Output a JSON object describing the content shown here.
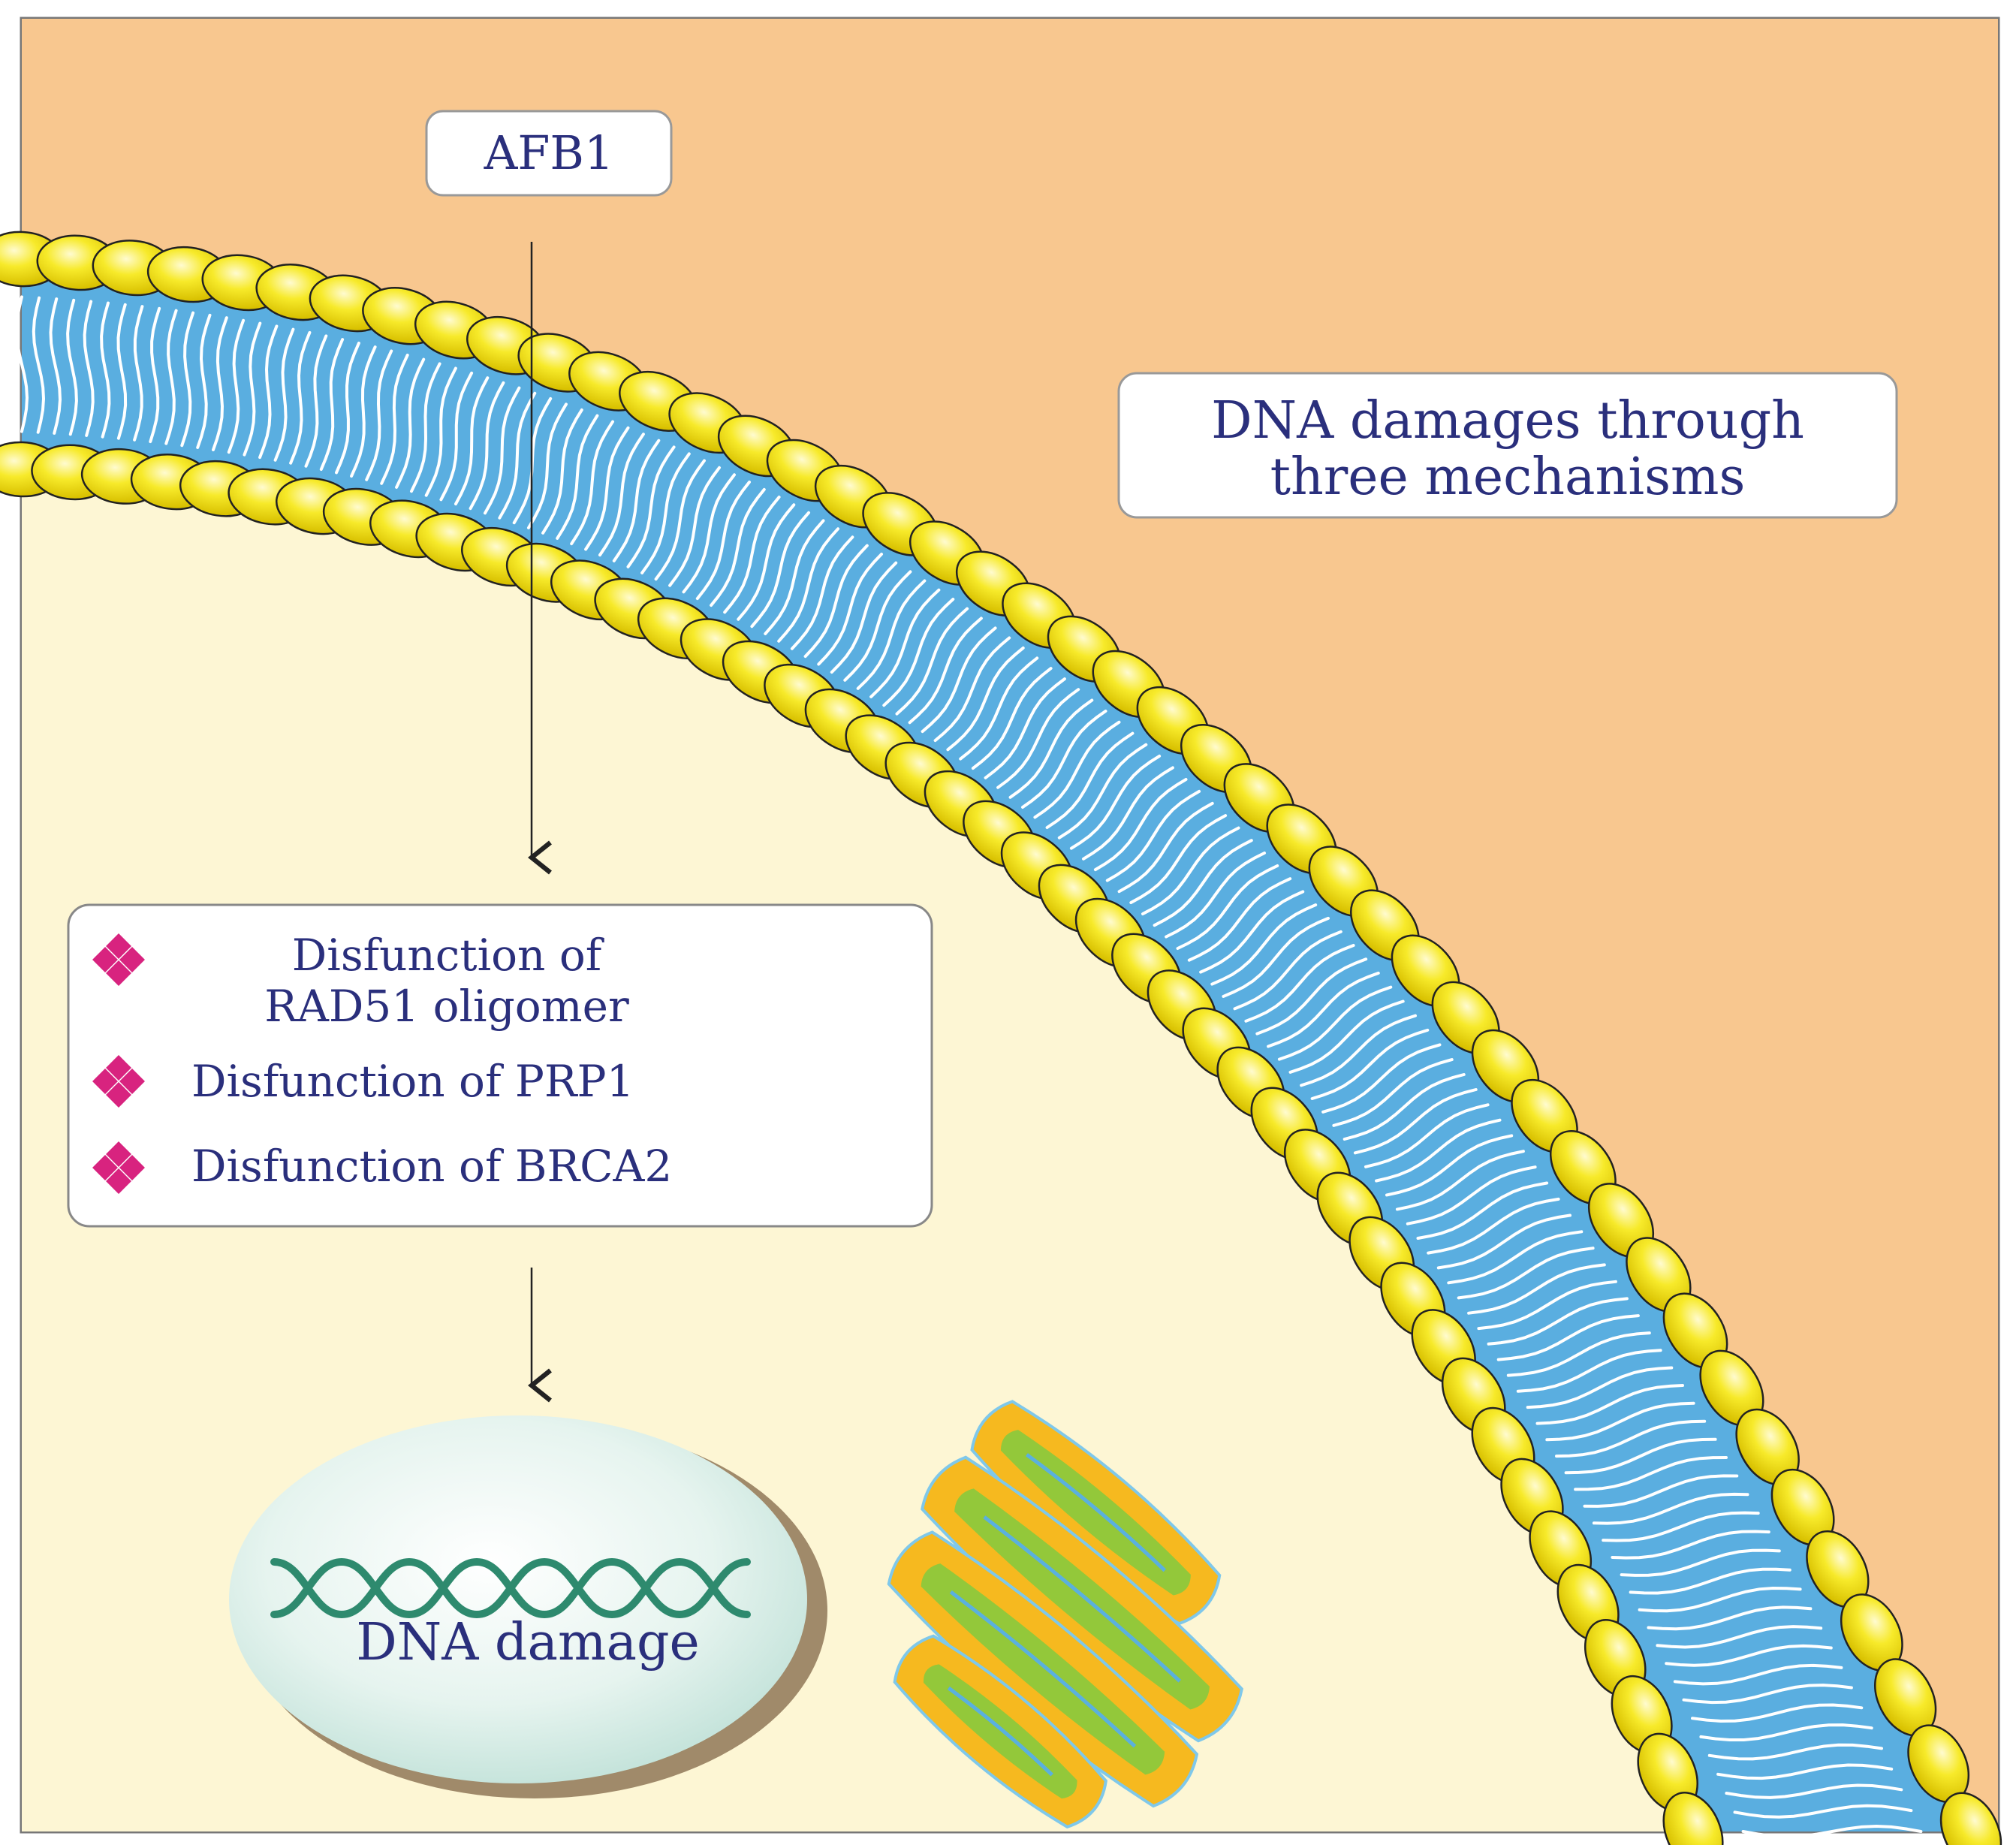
{
  "nodes": {
    "afb1": "AFB1",
    "mechanisms_line1": "DNA damages through",
    "mechanisms_line2": "three mechanisms",
    "dysfunctions": [
      {
        "line1": "Disfunction of",
        "line2": "RAD51 oligomer"
      },
      {
        "line1": "Disfunction of PRP1"
      },
      {
        "line1": "Disfunction of BRCA2"
      }
    ],
    "dna_damage": "DNA damage"
  },
  "colors": {
    "extracellular": "#f8c78f",
    "cytoplasm": "#fdf6d4",
    "membrane_tails": "#5aaee0",
    "lipid_heads": "#f5e51c",
    "text": "#2a2f7c",
    "bullet": "#d8237f",
    "dna_strand": "#2e8a6e",
    "nucleus_fill": "#d7eee8"
  },
  "icons": [
    "bullet-diamond-icon",
    "dna-helix-icon",
    "golgi-organelle-icon",
    "arrow-down-icon"
  ]
}
